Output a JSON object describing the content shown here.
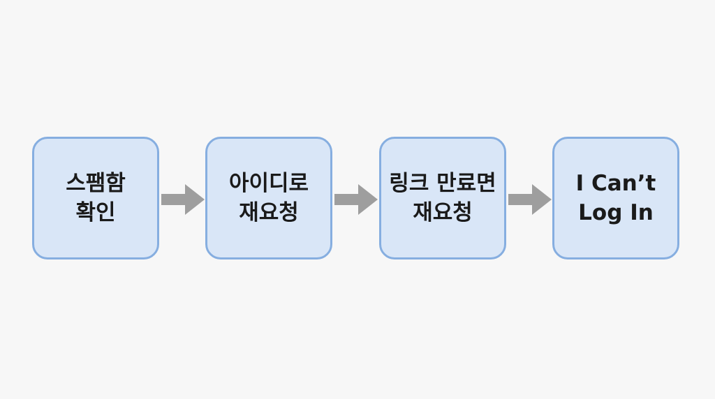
{
  "diagram": {
    "steps": [
      {
        "label": "스팸함\n확인"
      },
      {
        "label": "아이디로\n재요청"
      },
      {
        "label": "링크 만료면\n재요청"
      },
      {
        "label": "I Can’t\nLog In"
      }
    ],
    "colors": {
      "background": "#f7f7f7",
      "box_fill": "#d9e6f7",
      "box_border": "#86aee0",
      "arrow": "#9e9e9e",
      "text": "#1a1a1a"
    }
  }
}
